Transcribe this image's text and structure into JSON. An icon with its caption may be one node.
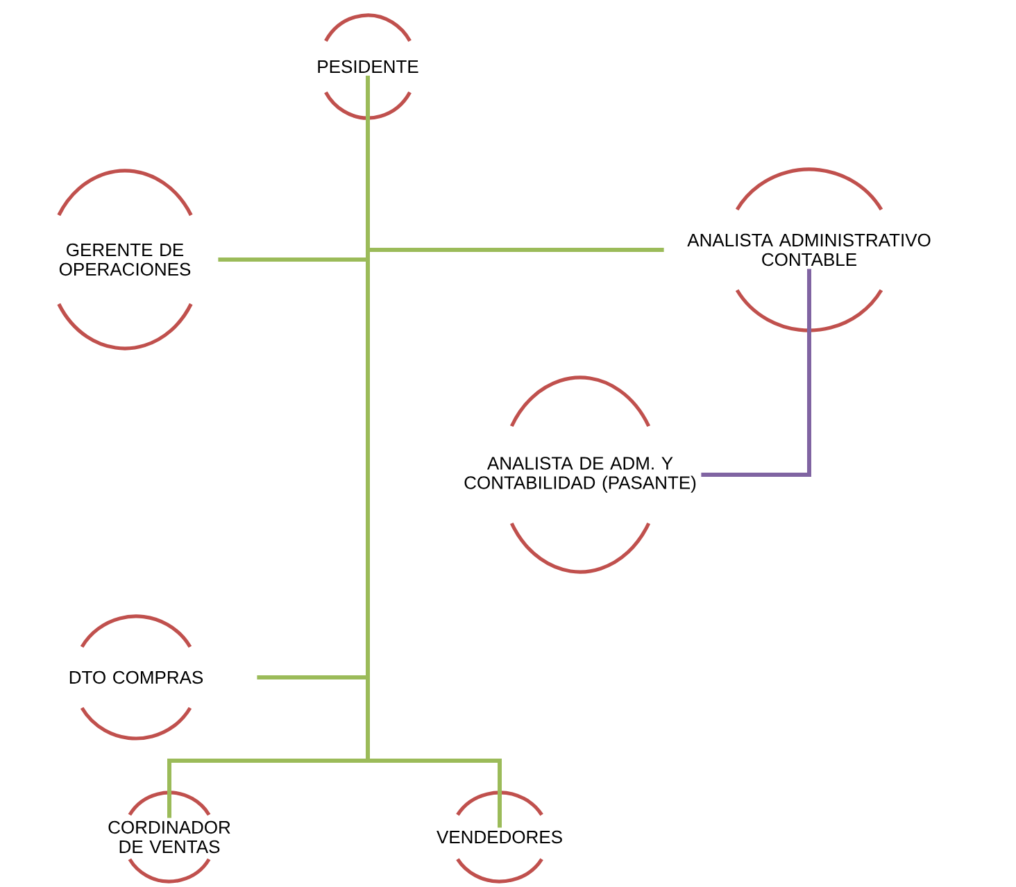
{
  "diagram": {
    "nodes": [
      {
        "text": [
          "PESIDENTE"
        ]
      },
      {
        "text": [
          "GERENTE DE OPERACIONES"
        ]
      },
      {
        "text": [
          "ANALISTA ADMINISTRATIVO CONTABLE"
        ]
      },
      {
        "text": [
          "ANALISTA DE ADM. Y CONTABILIDAD (PASANTE)"
        ]
      },
      {
        "text": [
          "DTO COMPRAS"
        ]
      },
      {
        "text": [
          "CORDINADOR DE VENTAS"
        ]
      },
      {
        "text": [
          "VENDEDORES"
        ]
      }
    ],
    "edges": [
      {
        "from": 0,
        "to": 1,
        "arrow": "none"
      },
      {
        "from": 0,
        "to": 2,
        "arrow": "none"
      },
      {
        "from": 2,
        "to": 3,
        "arrow": "none",
        "color": "#8064a2"
      },
      {
        "from": 0,
        "to": 4,
        "arrow": "none"
      },
      {
        "from": 0,
        "to": 5,
        "arrow": "none"
      },
      {
        "from": 0,
        "to": 6,
        "arrow": "none"
      }
    ]
  }
}
